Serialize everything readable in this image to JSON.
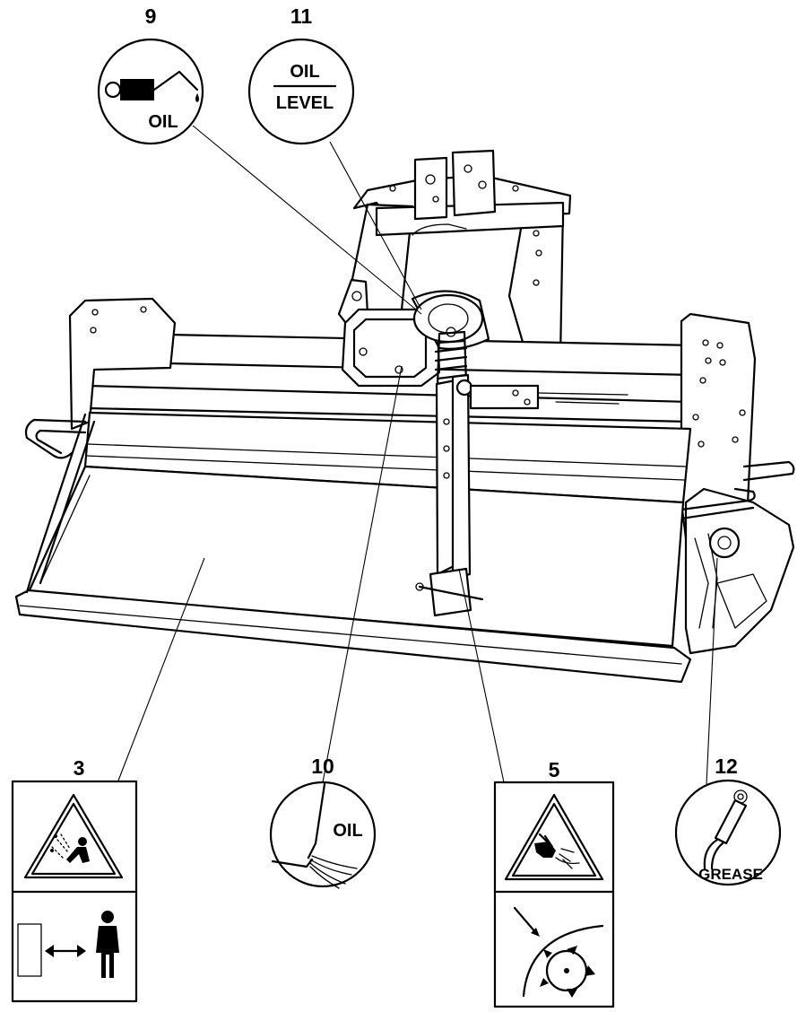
{
  "callouts": {
    "c9": {
      "number": "9",
      "text": "OIL"
    },
    "c11": {
      "number": "11",
      "text_top": "OIL",
      "text_bottom": "LEVEL"
    },
    "c10": {
      "number": "10",
      "text": "OIL"
    },
    "c12": {
      "number": "12",
      "text": "GREASE"
    },
    "c3": {
      "number": "3"
    },
    "c5": {
      "number": "5"
    }
  },
  "icons": {
    "c9": "oil-can-icon",
    "c11": "oil-level-icon",
    "c10": "oil-drain-icon",
    "c12": "grease-gun-icon",
    "c3": "thrown-objects-warning-icon",
    "c3_lower": "safety-distance-icon",
    "c5": "hand-entanglement-warning-icon",
    "c5_lower": "rotating-blades-icon"
  },
  "colors": {
    "ink": "#000000",
    "paper": "#ffffff"
  }
}
